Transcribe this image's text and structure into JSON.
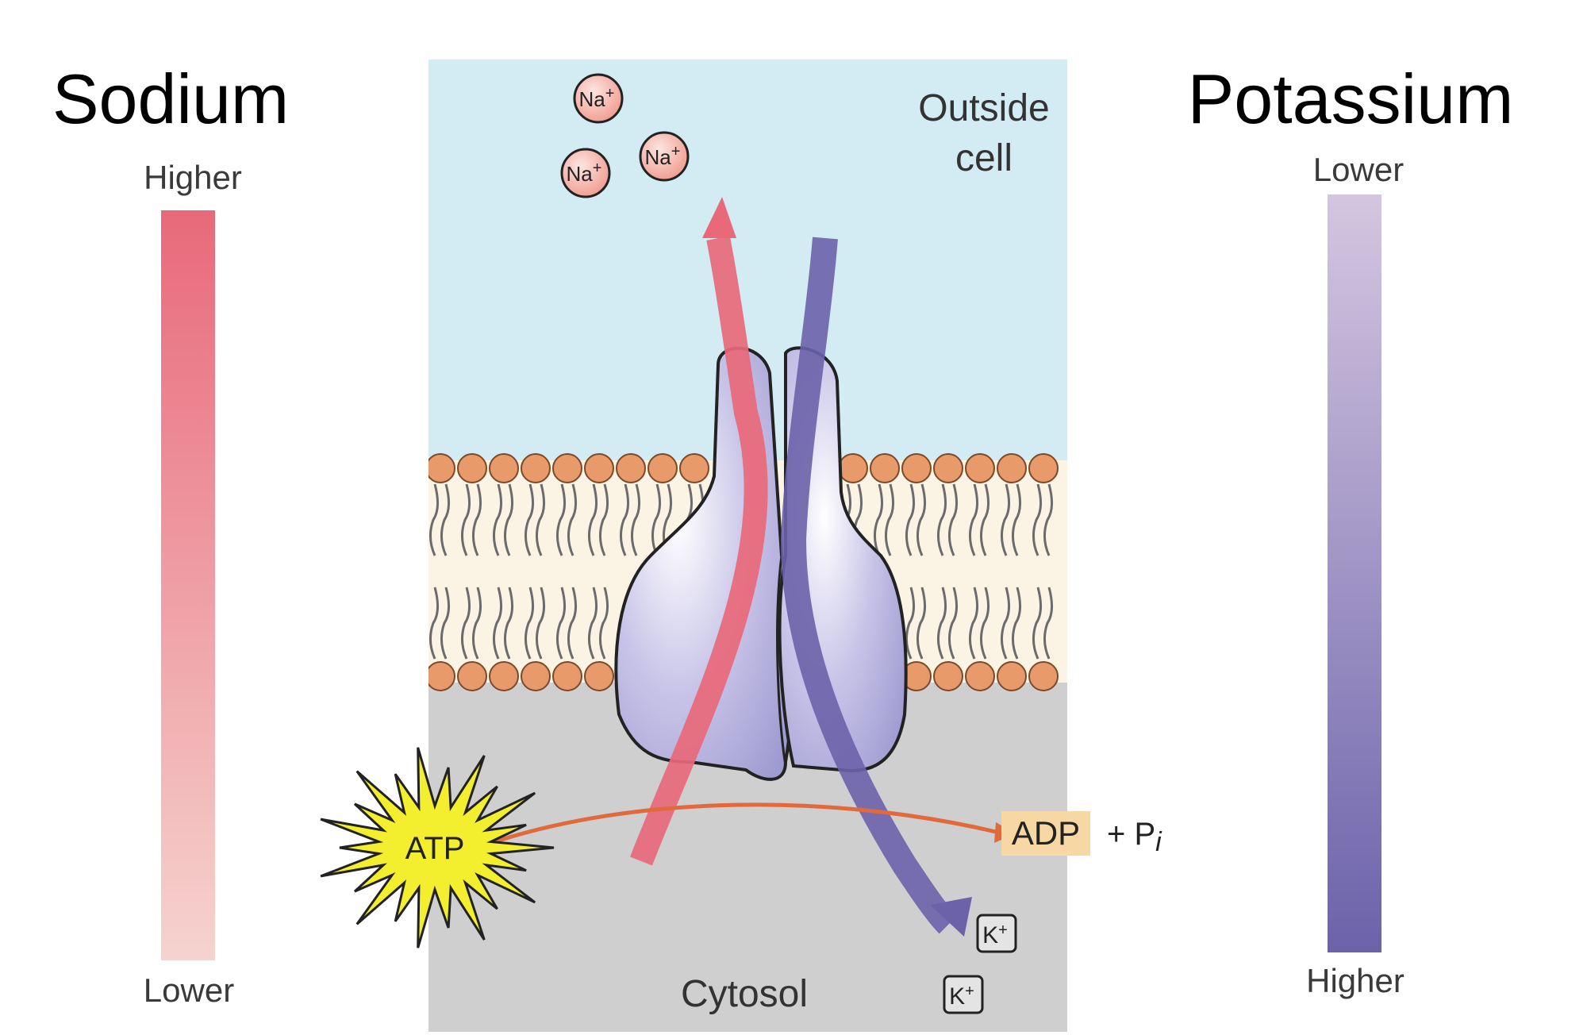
{
  "sodium": {
    "title": "Sodium",
    "top_label": "Higher",
    "bottom_label": "Lower",
    "color_high": "#e8697a",
    "color_low": "#f6d3cf"
  },
  "potassium": {
    "title": "Potassium",
    "top_label": "Lower",
    "bottom_label": "Higher",
    "color_high": "#6b62aa",
    "color_low": "#d4c6e0"
  },
  "regions": {
    "outside": [
      "Outside",
      "cell"
    ],
    "inside": "Cytosol"
  },
  "ions": {
    "sodium_symbol": "Na",
    "potassium_symbol": "K",
    "charge": "+"
  },
  "energy": {
    "atp": "ATP",
    "adp": "ADP",
    "phosphate": "+ P",
    "phosphate_subscript": "i"
  },
  "colors": {
    "outside_bg": "#d3ebf3",
    "cytosol_bg": "#cfcfcf",
    "membrane_head": "#e89a6b",
    "membrane_core": "#fbf3e4",
    "pump": "#b5b2dc",
    "na_arrow": "#e8697a",
    "k_arrow": "#6b62aa",
    "atp_star": "#f3ef2e",
    "adp_box": "#f7d8a4",
    "reaction_arrow": "#e06a3c"
  }
}
